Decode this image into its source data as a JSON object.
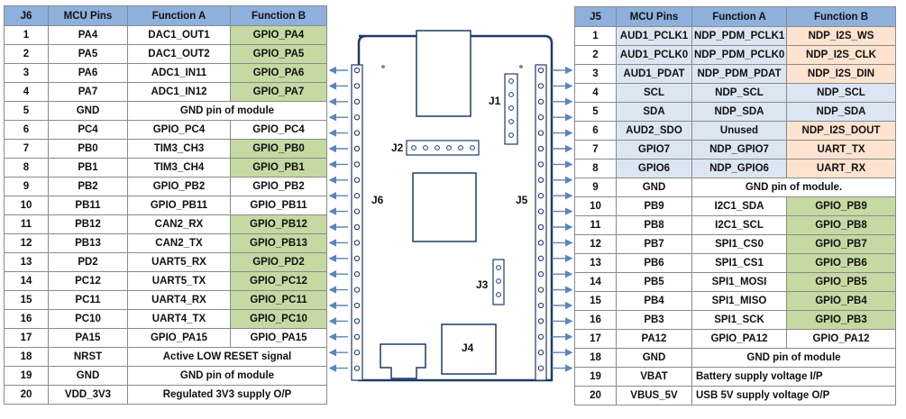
{
  "colors": {
    "header": "#8eb0dc",
    "gpio_green": "#c6d9a3",
    "light_blue": "#dce6f2",
    "light_peach": "#fde3d0",
    "board_outline": "#1f3a6a",
    "arrow": "#5b86b8"
  },
  "left_table": {
    "headers": [
      "J6",
      "MCU Pins",
      "Function A",
      "Function B"
    ],
    "rows": [
      {
        "n": "1",
        "pin": "PA4",
        "a": "DAC1_OUT1",
        "b": "GPIO_PA4"
      },
      {
        "n": "2",
        "pin": "PA5",
        "a": "DAC1_OUT2",
        "b": "GPIO_PA5"
      },
      {
        "n": "3",
        "pin": "PA6",
        "a": "ADC1_IN11",
        "b": "GPIO_PA6"
      },
      {
        "n": "4",
        "pin": "PA7",
        "a": "ADC1_IN12",
        "b": "GPIO_PA7"
      },
      {
        "n": "5",
        "pin": "GND",
        "span": "GND pin of module"
      },
      {
        "n": "6",
        "pin": "PC4",
        "a": "GPIO_PC4",
        "b": "GPIO_PC4"
      },
      {
        "n": "7",
        "pin": "PB0",
        "a": "TIM3_CH3",
        "b": "GPIO_PB0"
      },
      {
        "n": "8",
        "pin": "PB1",
        "a": "TIM3_CH4",
        "b": "GPIO_PB1"
      },
      {
        "n": "9",
        "pin": "PB2",
        "a": "GPIO_PB2",
        "b": "GPIO_PB2"
      },
      {
        "n": "10",
        "pin": "PB11",
        "a": "GPIO_PB11",
        "b": "GPIO_PB11"
      },
      {
        "n": "11",
        "pin": "PB12",
        "a": "CAN2_RX",
        "b": "GPIO_PB12"
      },
      {
        "n": "12",
        "pin": "PB13",
        "a": "CAN2_TX",
        "b": "GPIO_PB13"
      },
      {
        "n": "13",
        "pin": "PD2",
        "a": "UART5_RX",
        "b": "GPIO_PD2"
      },
      {
        "n": "14",
        "pin": "PC12",
        "a": "UART5_TX",
        "b": "GPIO_PC12"
      },
      {
        "n": "15",
        "pin": "PC11",
        "a": "UART4_RX",
        "b": "GPIO_PC11"
      },
      {
        "n": "16",
        "pin": "PC10",
        "a": "UART4_TX",
        "b": "GPIO_PC10"
      },
      {
        "n": "17",
        "pin": "PA15",
        "a": "GPIO_PA15",
        "b": "GPIO_PA15"
      },
      {
        "n": "18",
        "pin": "NRST",
        "span": "Active LOW RESET signal"
      },
      {
        "n": "19",
        "pin": "GND",
        "span": "GND pin of module"
      },
      {
        "n": "20",
        "pin": "VDD_3V3",
        "span": "Regulated 3V3 supply O/P"
      }
    ]
  },
  "right_table": {
    "headers": [
      "J5",
      "MCU Pins",
      "Function A",
      "Function B"
    ],
    "rows": [
      {
        "n": "1",
        "pin": "AUD1_PCLK1",
        "a": "NDP_PDM_PCLK1",
        "b": "NDP_I2S_WS"
      },
      {
        "n": "2",
        "pin": "AUD1_PCLK0",
        "a": "NDP_PDM_PCLK0",
        "b": "NDP_I2S_CLK"
      },
      {
        "n": "3",
        "pin": "AUD1_PDAT",
        "a": "NDP_PDM_PDAT",
        "b": "NDP_I2S_DIN"
      },
      {
        "n": "4",
        "pin": "SCL",
        "a": "NDP_SCL",
        "b": "NDP_SCL"
      },
      {
        "n": "5",
        "pin": "SDA",
        "a": "NDP_SDA",
        "b": "NDP_SDA"
      },
      {
        "n": "6",
        "pin": "AUD2_SDO",
        "a": "Unused",
        "b": "NDP_I2S_DOUT"
      },
      {
        "n": "7",
        "pin": "GPIO7",
        "a": "NDP_GPIO7",
        "b": "UART_TX"
      },
      {
        "n": "8",
        "pin": "GPIO6",
        "a": "NDP_GPIO6",
        "b": "UART_RX"
      },
      {
        "n": "9",
        "pin": "GND",
        "span": "GND pin of module."
      },
      {
        "n": "10",
        "pin": "PB9",
        "a": "I2C1_SDA",
        "b": "GPIO_PB9"
      },
      {
        "n": "11",
        "pin": "PB8",
        "a": "I2C1_SCL",
        "b": "GPIO_PB8"
      },
      {
        "n": "12",
        "pin": "PB7",
        "a": "SPI1_CS0",
        "b": "GPIO_PB7"
      },
      {
        "n": "13",
        "pin": "PB6",
        "a": "SPI1_CS1",
        "b": "GPIO_PB6"
      },
      {
        "n": "14",
        "pin": "PB5",
        "a": "SPI1_MOSI",
        "b": "GPIO_PB5"
      },
      {
        "n": "15",
        "pin": "PB4",
        "a": "SPI1_MISO",
        "b": "GPIO_PB4"
      },
      {
        "n": "16",
        "pin": "PB3",
        "a": "SPI1_SCK",
        "b": "GPIO_PB3"
      },
      {
        "n": "17",
        "pin": "PA12",
        "a": "GPIO_PA12",
        "b": "GPIO_PA12"
      },
      {
        "n": "18",
        "pin": "GND",
        "span": "GND pin of module"
      },
      {
        "n": "19",
        "pin": "VBAT",
        "span": "Battery supply voltage I/P",
        "align": "left"
      },
      {
        "n": "20",
        "pin": "VBUS_5V",
        "span": "USB 5V supply voltage O/P",
        "align": "left"
      }
    ]
  },
  "board": {
    "labels": {
      "j1": "J1",
      "j2": "J2",
      "j3": "J3",
      "j4": "J4",
      "j5": "J5",
      "j6": "J6"
    }
  }
}
